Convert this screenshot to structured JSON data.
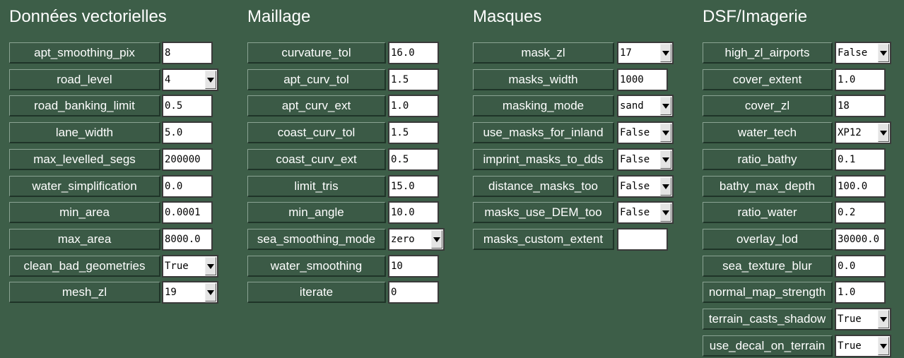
{
  "columns": [
    {
      "title": "Données vectorielles",
      "fields": [
        {
          "label": "apt_smoothing_pix",
          "value": "8",
          "kind": "entry"
        },
        {
          "label": "road_level",
          "value": "4",
          "kind": "combo"
        },
        {
          "label": "road_banking_limit",
          "value": "0.5",
          "kind": "entry"
        },
        {
          "label": "lane_width",
          "value": "5.0",
          "kind": "entry"
        },
        {
          "label": "max_levelled_segs",
          "value": "200000",
          "kind": "entry"
        },
        {
          "label": "water_simplification",
          "value": "0.0",
          "kind": "entry"
        },
        {
          "label": "min_area",
          "value": "0.0001",
          "kind": "entry"
        },
        {
          "label": "max_area",
          "value": "8000.0",
          "kind": "entry"
        },
        {
          "label": "clean_bad_geometries",
          "value": "True",
          "kind": "combo"
        },
        {
          "label": "mesh_zl",
          "value": "19",
          "kind": "combo"
        }
      ]
    },
    {
      "title": "Maillage",
      "fields": [
        {
          "label": "curvature_tol",
          "value": "16.0",
          "kind": "entry"
        },
        {
          "label": "apt_curv_tol",
          "value": "1.5",
          "kind": "entry"
        },
        {
          "label": "apt_curv_ext",
          "value": "1.0",
          "kind": "entry"
        },
        {
          "label": "coast_curv_tol",
          "value": "1.5",
          "kind": "entry"
        },
        {
          "label": "coast_curv_ext",
          "value": "0.5",
          "kind": "entry"
        },
        {
          "label": "limit_tris",
          "value": "15.0",
          "kind": "entry"
        },
        {
          "label": "min_angle",
          "value": "10.0",
          "kind": "entry"
        },
        {
          "label": "sea_smoothing_mode",
          "value": "zero",
          "kind": "combo"
        },
        {
          "label": "water_smoothing",
          "value": "10",
          "kind": "entry"
        },
        {
          "label": "iterate",
          "value": "0",
          "kind": "entry"
        }
      ]
    },
    {
      "title": "Masques",
      "fields": [
        {
          "label": "mask_zl",
          "value": "17",
          "kind": "combo"
        },
        {
          "label": "masks_width",
          "value": "1000",
          "kind": "entry"
        },
        {
          "label": "masking_mode",
          "value": "sand",
          "kind": "combo"
        },
        {
          "label": "use_masks_for_inland",
          "value": "False",
          "kind": "combo"
        },
        {
          "label": "imprint_masks_to_dds",
          "value": "False",
          "kind": "combo"
        },
        {
          "label": "distance_masks_too",
          "value": "False",
          "kind": "combo"
        },
        {
          "label": "masks_use_DEM_too",
          "value": "False",
          "kind": "combo"
        },
        {
          "label": "masks_custom_extent",
          "value": "",
          "kind": "entry"
        }
      ]
    },
    {
      "title": "DSF/Imagerie",
      "fields": [
        {
          "label": "high_zl_airports",
          "value": "False",
          "kind": "combo"
        },
        {
          "label": "cover_extent",
          "value": "1.0",
          "kind": "entry"
        },
        {
          "label": "cover_zl",
          "value": "18",
          "kind": "entry"
        },
        {
          "label": "water_tech",
          "value": "XP12",
          "kind": "combo"
        },
        {
          "label": "ratio_bathy",
          "value": "0.1",
          "kind": "entry"
        },
        {
          "label": "bathy_max_depth",
          "value": "100.0",
          "kind": "entry"
        },
        {
          "label": "ratio_water",
          "value": "0.2",
          "kind": "entry"
        },
        {
          "label": "overlay_lod",
          "value": "30000.0",
          "kind": "entry"
        },
        {
          "label": "sea_texture_blur",
          "value": "0.0",
          "kind": "entry"
        },
        {
          "label": "normal_map_strength",
          "value": "1.0",
          "kind": "entry"
        },
        {
          "label": "terrain_casts_shadow",
          "value": "True",
          "kind": "combo"
        },
        {
          "label": "use_decal_on_terrain",
          "value": "True",
          "kind": "combo"
        }
      ]
    }
  ]
}
